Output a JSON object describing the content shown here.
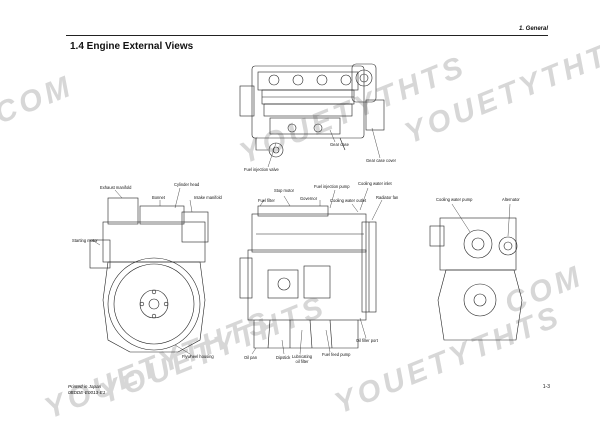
{
  "header": {
    "section": "1. General"
  },
  "title": "1.4   Engine External Views",
  "footer": {
    "printed": "Printed in Japan",
    "code": "0BDDE-E0013-E1",
    "page_number": "1-3"
  },
  "watermark": [
    "YOUETYTHTS",
    "YOUETYTHTS",
    "YOUETYTHTS",
    "YOUETYTHTS",
    "YOUETYTHTS",
    "COM",
    "COM"
  ],
  "top_view_labels": {
    "fuel_injection_valve": "Fuel injection valve",
    "gear_case": "Gear case",
    "gear_case_cover": "Gear case cover"
  },
  "left_view_labels": {
    "exhaust_manifold": "Exhaust manifold",
    "cylinder_head": "Cylinder head",
    "bonnet": "Bonnet",
    "intake_manifold": "Intake manifold",
    "starting_motor": "Starting motor",
    "flywheel_housing": "Flywheel housing"
  },
  "side_view_labels": {
    "stop_motor": "Stop motor",
    "fuel_injection_pump": "Fuel injection pump",
    "cooling_water_inlet": "Cooling water inlet",
    "fuel_filter": "Fuel filter",
    "governor": "Governor",
    "cooling_water_outlet": "Cooling water outlet",
    "radiator_fan": "Radiator fan",
    "oil_pan": "Oil pan",
    "dipstick": "Dipstick",
    "lubricating_oil_filter": "Lubricating\noil filter",
    "fuel_feed_pump": "Fuel feed pump",
    "oil_filler_port": "Oil filler port"
  },
  "right_view_labels": {
    "cooling_water_pump": "Cooling water pump",
    "alternator": "Alternator"
  }
}
